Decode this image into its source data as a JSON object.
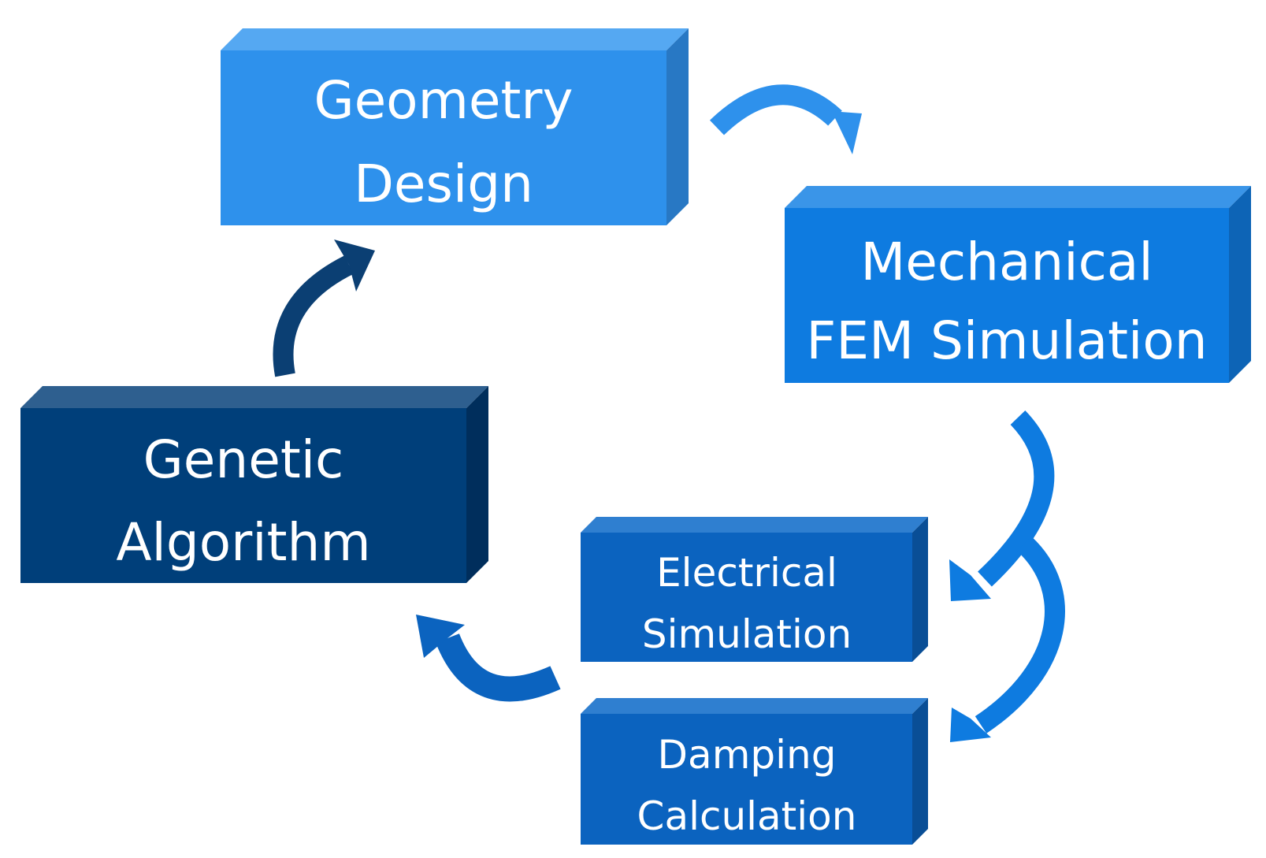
{
  "boxes": {
    "geometry": {
      "line1": "Geometry",
      "line2": "Design",
      "colors": {
        "front": "#2E91EC",
        "top": "#55A8F2",
        "side": "#2878C4"
      }
    },
    "mechanical": {
      "line1": "Mechanical",
      "line2": "FEM Simulation",
      "colors": {
        "front": "#0E7BE0",
        "top": "#3A95E8",
        "side": "#0D64B6"
      }
    },
    "electrical": {
      "line1": "Electrical",
      "line2": "Simulation",
      "colors": {
        "front": "#0B63BF",
        "top": "#2F7FD0",
        "side": "#094E96"
      }
    },
    "damping": {
      "line1": "Damping",
      "line2": "Calculation",
      "colors": {
        "front": "#0B63BF",
        "top": "#2F7FD0",
        "side": "#094E96"
      }
    },
    "genetic": {
      "line1": "Genetic",
      "line2": "Algorithm",
      "colors": {
        "front": "#003F7A",
        "top": "#2E5F8F",
        "side": "#002E5C"
      }
    }
  },
  "arrows": {
    "geometry_to_mechanical": {
      "color": "#2E91EC"
    },
    "mechanical_to_electrical": {
      "color": "#0E7BE0"
    },
    "mechanical_to_damping": {
      "color": "#0E7BE0"
    },
    "electrical_to_genetic": {
      "color": "#0B63BF"
    },
    "genetic_to_geometry": {
      "color": "#0B3F73"
    }
  }
}
